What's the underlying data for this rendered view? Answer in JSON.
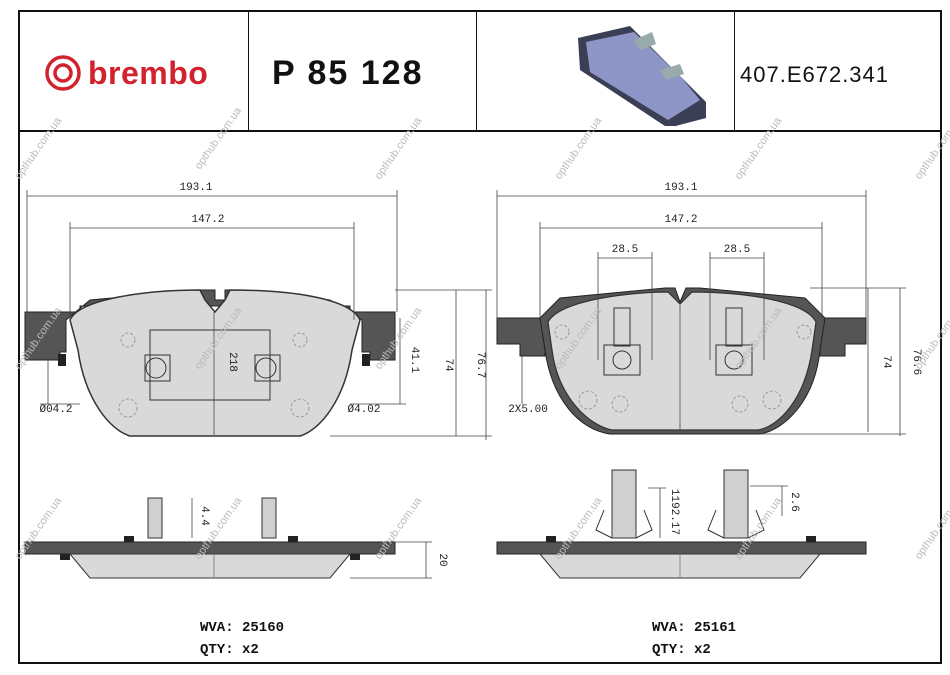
{
  "header": {
    "brand": "brembo",
    "part_number": "P 85 128",
    "ref_code": "407.E672.341"
  },
  "left": {
    "dims": {
      "width_total": "193.1",
      "width_inner": "147.2",
      "h1": "74",
      "h2": "76.7",
      "h3": "41.1",
      "sensor_l": "Ø04.2",
      "sensor_r": "Ø4.02",
      "center": "218",
      "clip": "4.4",
      "thickness": "20"
    },
    "wva": "WVA: 25160",
    "qty": "QTY: x2"
  },
  "right": {
    "dims": {
      "width_total": "193.1",
      "width_inner": "147.2",
      "clip_l": "28.5",
      "clip_r": "28.5",
      "h1": "74",
      "h2": "76.6",
      "sensor": "2X5.00",
      "clip_h": "1192.17",
      "clip_w": "2.6"
    },
    "wva": "WVA: 25161",
    "qty": "QTY: x2"
  },
  "watermark": "opthub.com.ua"
}
